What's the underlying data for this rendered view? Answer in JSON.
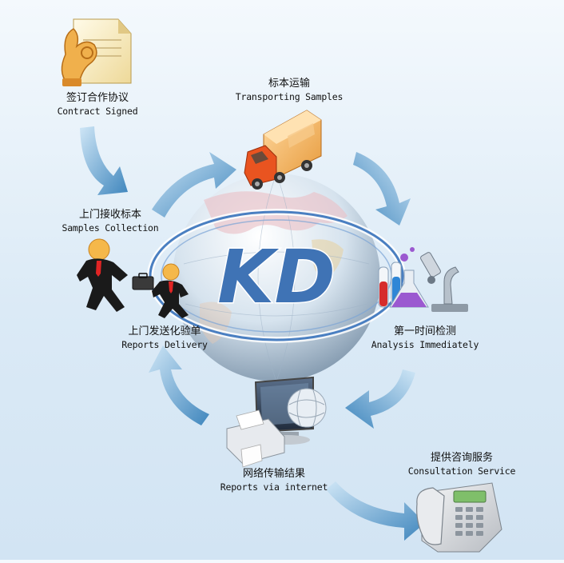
{
  "logo_text": "KD",
  "steps": [
    {
      "key": "contract",
      "zh": "签订合作协议",
      "en": "Contract Signed",
      "icon": "ok-hand-contract-icon"
    },
    {
      "key": "transport",
      "zh": "标本运输",
      "en": "Transporting Samples",
      "icon": "delivery-truck-icon"
    },
    {
      "key": "collection",
      "zh": "上门接收标本",
      "en": "Samples Collection",
      "icon": "businessmen-running-icon"
    },
    {
      "key": "analysis",
      "zh": "第一时间检测",
      "en": "Analysis Immediately",
      "icon": "lab-microscope-icon"
    },
    {
      "key": "delivery",
      "zh": "上门发送化验单",
      "en": "Reports Delivery",
      "icon": "businessmen-running-icon"
    },
    {
      "key": "internet",
      "zh": "网络传输结果",
      "en": "Reports via internet",
      "icon": "computer-printer-icon"
    },
    {
      "key": "consult",
      "zh": "提供咨询服务",
      "en": "Consultation Service",
      "icon": "telephone-icon"
    }
  ],
  "colors": {
    "arrow": "#4a8fbf",
    "arrow_light": "#bfdcf1",
    "globe_sea": "#cfe0ee",
    "logo_blue": "#3f73b5",
    "ring": "#4a7fc1"
  }
}
